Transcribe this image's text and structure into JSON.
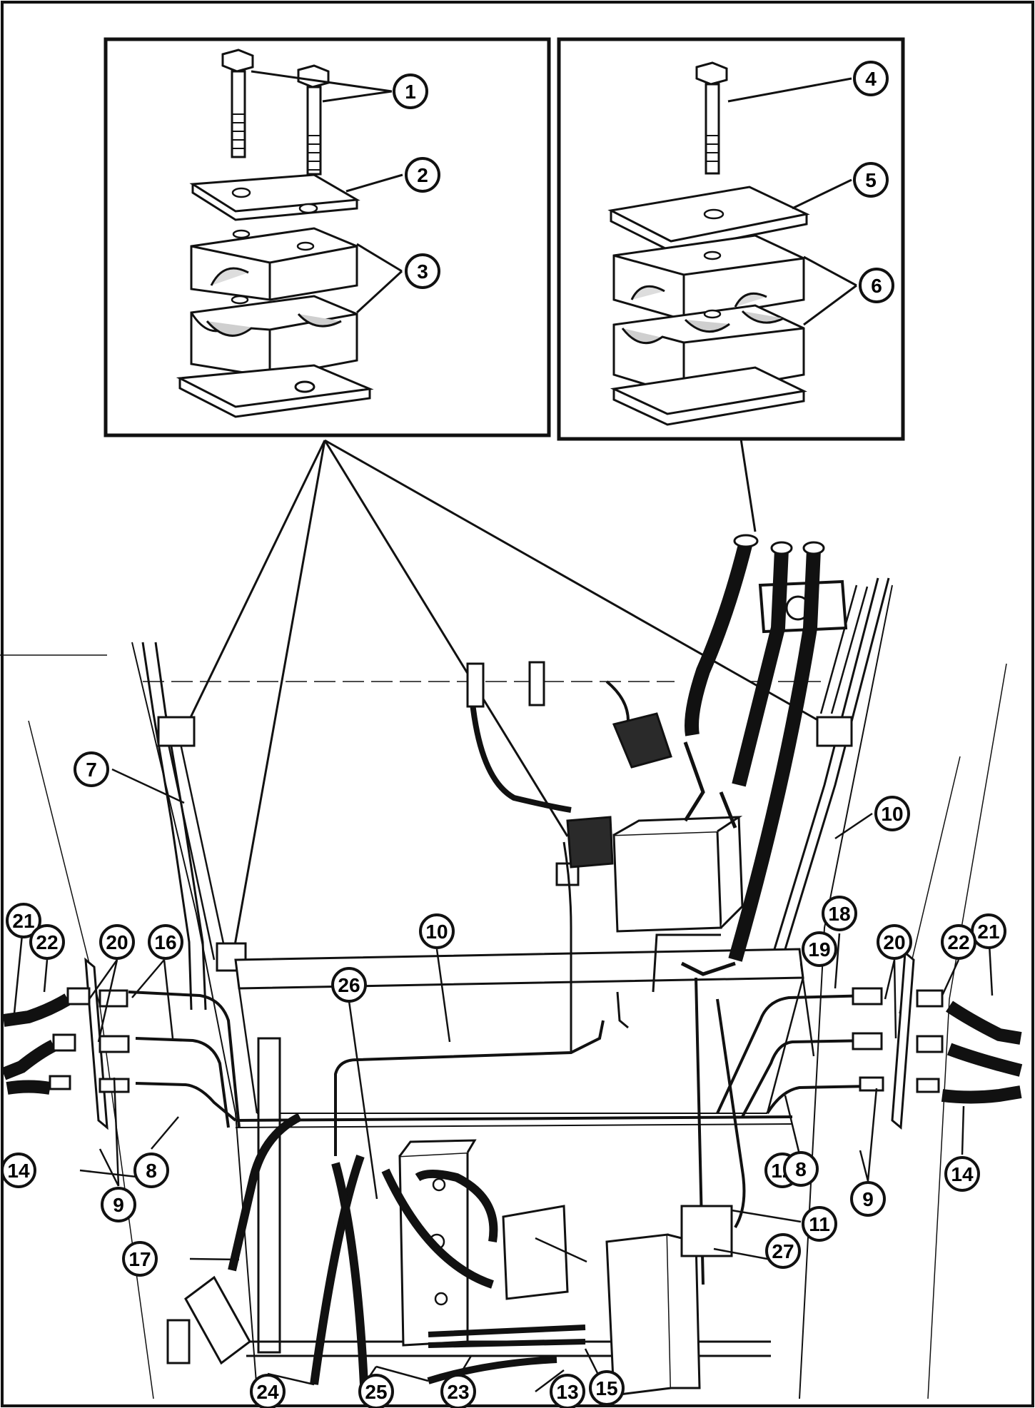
{
  "callouts": [
    "1",
    "2",
    "3",
    "4",
    "5",
    "6",
    "7",
    "8",
    "9",
    "10",
    "11",
    "12",
    "13",
    "14",
    "15",
    "16",
    "17",
    "18",
    "19",
    "20",
    "21",
    "22",
    "23",
    "24",
    "25",
    "26",
    "27"
  ],
  "colors": {
    "ink": "#111111",
    "paper": "#ffffff",
    "shade": "#e6e6e6",
    "dark": "#2a2a2a"
  }
}
